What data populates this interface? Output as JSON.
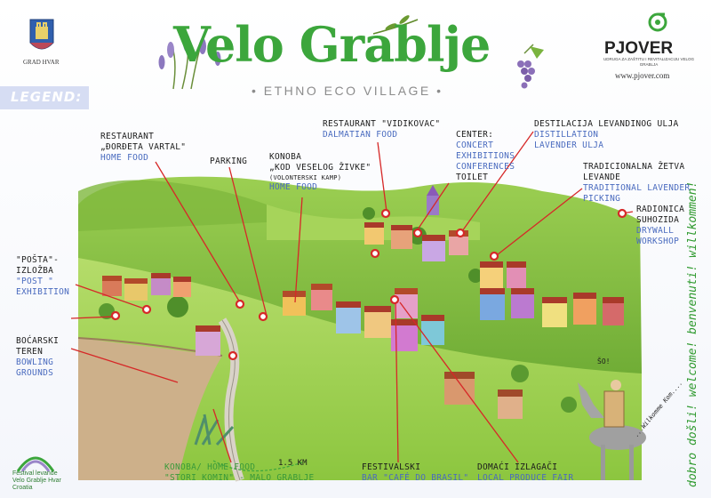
{
  "header": {
    "title": "Velo Grablje",
    "subtitle": "• ETHNO ECO VILLAGE •",
    "legend_label": "LEGEND:",
    "city_coat_label": "GRAD HVAR",
    "org_name": "PJOVER",
    "org_subtitle": "UDRUGA ZA ZAŠTITU I REVITALIZACIJU VELOG GRABLJA",
    "org_url": "www.pjover.com"
  },
  "side_banner": "dobro došli! welcome! benvenuti! willkommen!",
  "labels": [
    {
      "id": "restaurant-dordeta",
      "hr": [
        "RESTAURANT",
        "„ĐORĐETA VARTAL\""
      ],
      "en": [
        "HOME FOOD"
      ]
    },
    {
      "id": "parking",
      "hr": [
        "PARKING"
      ],
      "en": []
    },
    {
      "id": "konoba-veselog",
      "hr": [
        "KONOBA",
        "„KOD VESELOG ŽIVKE\"",
        "(VOLONTERSKI KAMP)"
      ],
      "en": [
        "HOME FOOD"
      ]
    },
    {
      "id": "restaurant-vidikovac",
      "hr": [
        "RESTAURANT \"VIDIKOVAC\""
      ],
      "en": [
        "DALMATIAN FOOD"
      ]
    },
    {
      "id": "center",
      "hr": [
        "CENTER:"
      ],
      "en": [
        "CONCERT",
        "EXHIBITIONS",
        "CONFERENCES"
      ],
      "hr_after": [
        "TOILET"
      ]
    },
    {
      "id": "destilacija",
      "hr": [
        "DESTILACIJA LEVANDINOG ULJA"
      ],
      "en": [
        "DISTILLATION",
        "LAVENDER ULJA"
      ]
    },
    {
      "id": "zetva",
      "hr": [
        "TRADICIONALNA ŽETVA",
        "LEVANDE"
      ],
      "en": [
        "TRADITIONAL LAVENDER",
        "PICKING"
      ]
    },
    {
      "id": "radionica",
      "hr": [
        "RADIONICA",
        "SUHOZIDA"
      ],
      "en": [
        "DRYWALL",
        "WORKSHOP"
      ]
    },
    {
      "id": "posta",
      "hr": [
        "\"POŠTA\"-",
        "IZLOŽBA"
      ],
      "en": [
        "\"POST \"",
        "EXHIBITION"
      ]
    },
    {
      "id": "bocarski",
      "hr": [
        "BOĆARSKI",
        "TEREN"
      ],
      "en": [
        "BOWLING",
        "GROUNDS"
      ]
    },
    {
      "id": "konoba-stori",
      "hr": [
        "KONOBA/ HOME FOOD",
        "\"STORI KOMIN\" - MALO GRABLJE"
      ],
      "en": []
    },
    {
      "id": "festivalski",
      "hr": [
        "FESTIVALSKI"
      ],
      "en": [
        "BAR \"CAFÉ DO BRASIL\""
      ]
    },
    {
      "id": "domaci",
      "hr": [
        "DOMAĆI IZLAGAČI"
      ],
      "en": [
        "LOCAL PRODUCE FAIR"
      ]
    }
  ],
  "distance_label": "1.5 KM",
  "speech_bubble": "ŠO!",
  "donkey_note": "...Wilkomme Kom....",
  "festival_logo": {
    "line1": "Festival levande",
    "line2": "Velo Grablje Hvar",
    "line3": "Croatia"
  },
  "colors": {
    "title_green": "#3ca63c",
    "label_blue": "#4a6bbf",
    "marker_red": "#d62828",
    "legend_bg": "#d6ddf3",
    "grass": "#8cc63f"
  }
}
